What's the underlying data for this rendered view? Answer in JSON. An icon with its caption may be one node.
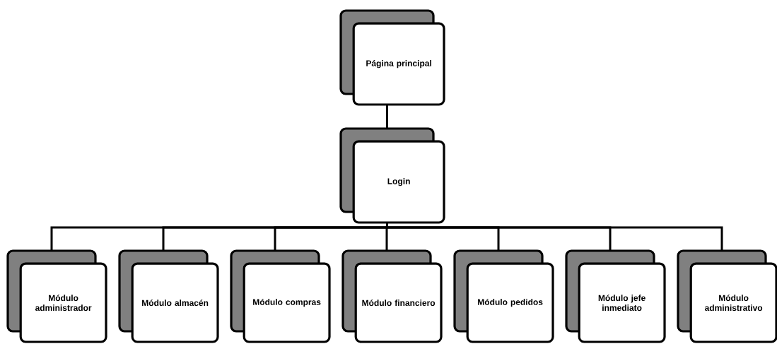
{
  "diagram": {
    "nodes": [
      {
        "text": [
          "Página principal"
        ]
      },
      {
        "text": [
          "Login"
        ]
      },
      {
        "text": [
          "Módulo administrador"
        ]
      },
      {
        "text": [
          "Módulo almacén"
        ]
      },
      {
        "text": [
          "Módulo compras"
        ]
      },
      {
        "text": [
          "Módulo financiero"
        ]
      },
      {
        "text": [
          "Módulo pedidos"
        ]
      },
      {
        "text": [
          "Módulo jefe inmediato"
        ]
      },
      {
        "text": [
          "Módulo administrativo"
        ]
      }
    ],
    "edges": [
      {
        "from": 0,
        "to": 1,
        "arrow": "none"
      },
      {
        "from": 1,
        "to": 2,
        "arrow": "none"
      },
      {
        "from": 1,
        "to": 3,
        "arrow": "none"
      },
      {
        "from": 1,
        "to": 4,
        "arrow": "none"
      },
      {
        "from": 1,
        "to": 5,
        "arrow": "none"
      },
      {
        "from": 1,
        "to": 6,
        "arrow": "none"
      },
      {
        "from": 1,
        "to": 7,
        "arrow": "none"
      },
      {
        "from": 1,
        "to": 8,
        "arrow": "none"
      }
    ]
  }
}
